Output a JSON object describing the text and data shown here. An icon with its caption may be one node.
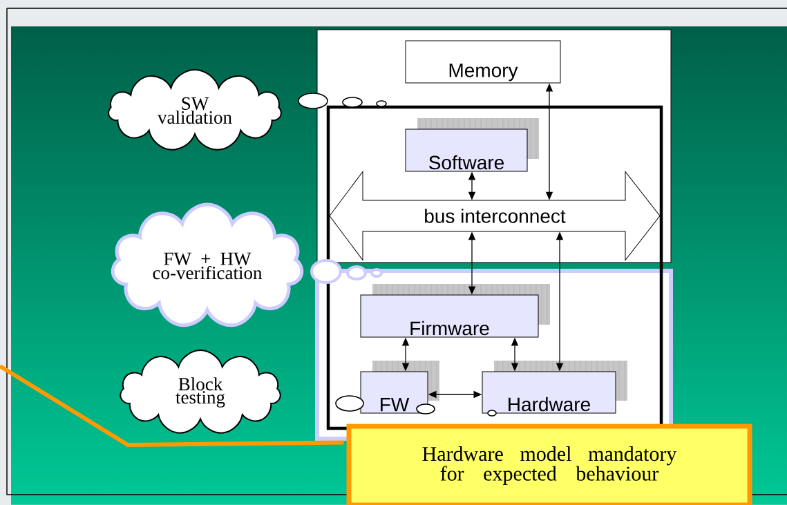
{
  "diagram": {
    "nodes": [
      {
        "text": [
          "SW validation"
        ]
      },
      {
        "text": [
          "FW + HW co-verification"
        ]
      },
      {
        "text": [
          "Block testing"
        ]
      },
      {
        "text": [],
        "shape": "box"
      },
      {
        "text": [
          "Memory"
        ],
        "in": 3
      },
      {
        "text": [
          "Software"
        ],
        "in": 3
      },
      {
        "text": [
          "bus interconnect"
        ],
        "in": 3
      },
      {
        "text": [],
        "shape": "box"
      },
      {
        "text": [
          "Firmware"
        ],
        "in": 7
      },
      {
        "text": [
          "FW"
        ],
        "in": 7
      },
      {
        "text": [
          "Hardware"
        ],
        "in": 7
      },
      {
        "text": [
          "Hardware model mandatory for expected behaviour"
        ]
      }
    ],
    "edges": [
      {
        "from": 4,
        "to": 6,
        "arrow": "both"
      },
      {
        "from": 5,
        "to": 6,
        "arrow": "both"
      },
      {
        "from": 6,
        "to": 8,
        "arrow": "both"
      },
      {
        "from": 6,
        "to": 10,
        "arrow": "both"
      },
      {
        "from": 8,
        "to": 9,
        "arrow": "both"
      },
      {
        "from": 8,
        "to": 10,
        "arrow": "both"
      },
      {
        "from": 9,
        "to": 10,
        "arrow": "both"
      },
      {
        "from": 11,
        "to": null,
        "arrow": "none",
        "style": "thick",
        "color": "#ff9900"
      }
    ]
  }
}
